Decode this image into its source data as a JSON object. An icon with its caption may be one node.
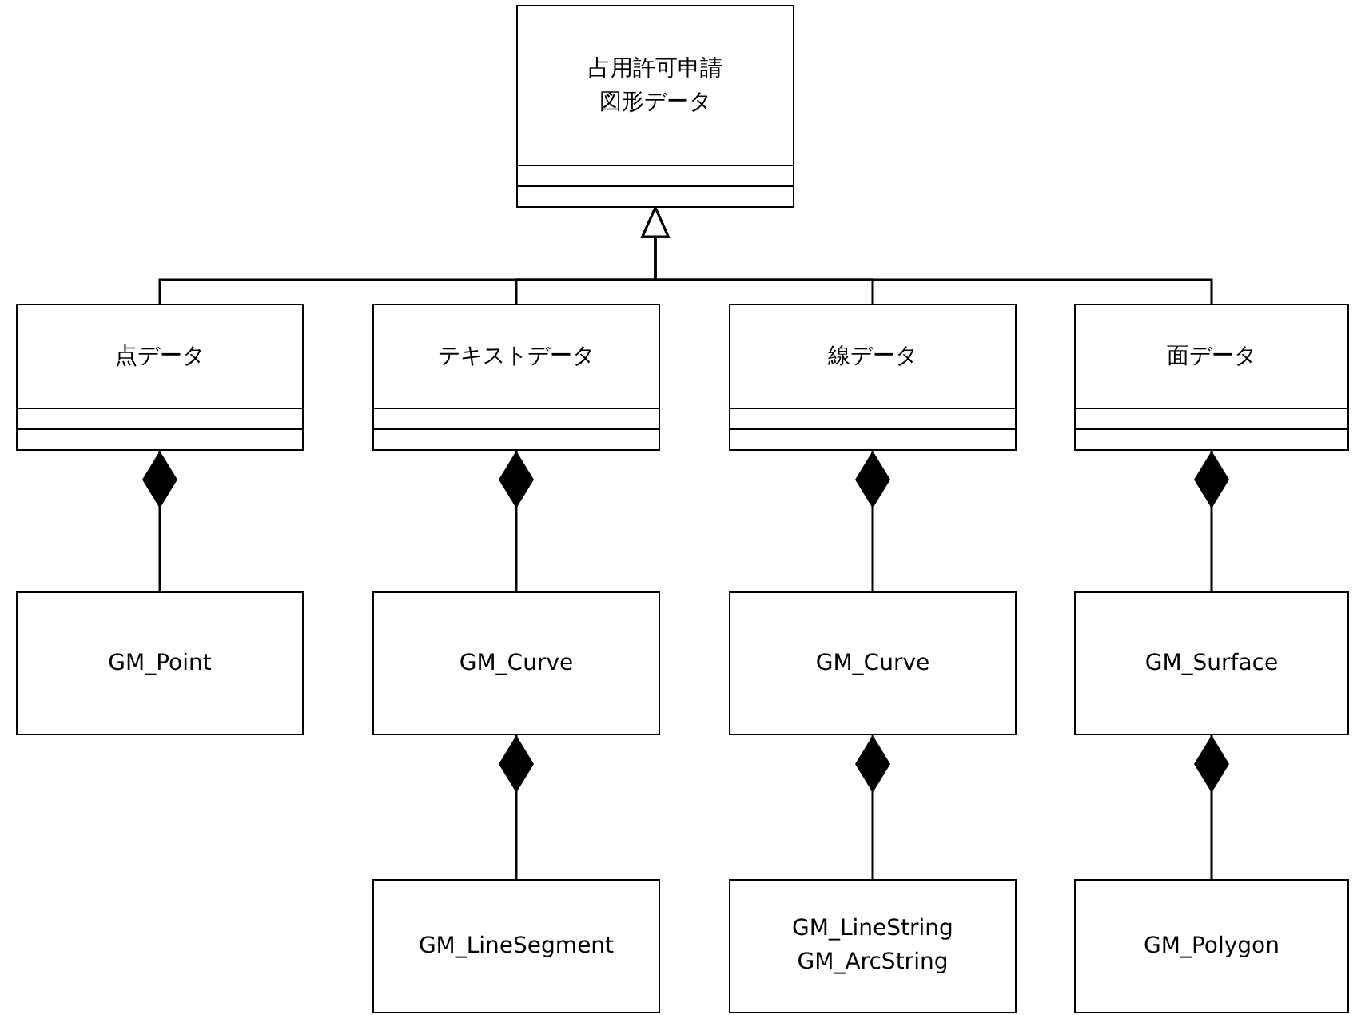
{
  "diagram": {
    "nodes": [
      {
        "text": [
          "占用許可申請図形データ"
        ]
      },
      {
        "text": [
          "点データ"
        ]
      },
      {
        "text": [
          "テキストデータ"
        ]
      },
      {
        "text": [
          "線データ"
        ]
      },
      {
        "text": [
          "面データ"
        ]
      },
      {
        "text": [
          "GM_Point"
        ]
      },
      {
        "text": [
          "GM_Curve"
        ]
      },
      {
        "text": [
          "GM_Curve"
        ]
      },
      {
        "text": [
          "GM_Surface"
        ]
      },
      {
        "text": [
          "GM_LineSegment"
        ]
      },
      {
        "text": [
          "GM_LineString GM_ArcString"
        ]
      },
      {
        "text": [
          "GM_Polygon"
        ]
      }
    ],
    "edges": [
      {
        "from": 1,
        "to": 0,
        "arrow": "to"
      },
      {
        "from": 2,
        "to": 0,
        "arrow": "to"
      },
      {
        "from": 3,
        "to": 0,
        "arrow": "to"
      },
      {
        "from": 4,
        "to": 0,
        "arrow": "to"
      },
      {
        "from": 1,
        "to": 5,
        "arrow": "other"
      },
      {
        "from": 2,
        "to": 6,
        "arrow": "other"
      },
      {
        "from": 3,
        "to": 7,
        "arrow": "other"
      },
      {
        "from": 4,
        "to": 8,
        "arrow": "other"
      },
      {
        "from": 6,
        "to": 9,
        "arrow": "other"
      },
      {
        "from": 7,
        "to": 10,
        "arrow": "other"
      },
      {
        "from": 8,
        "to": 11,
        "arrow": "other"
      }
    ]
  }
}
